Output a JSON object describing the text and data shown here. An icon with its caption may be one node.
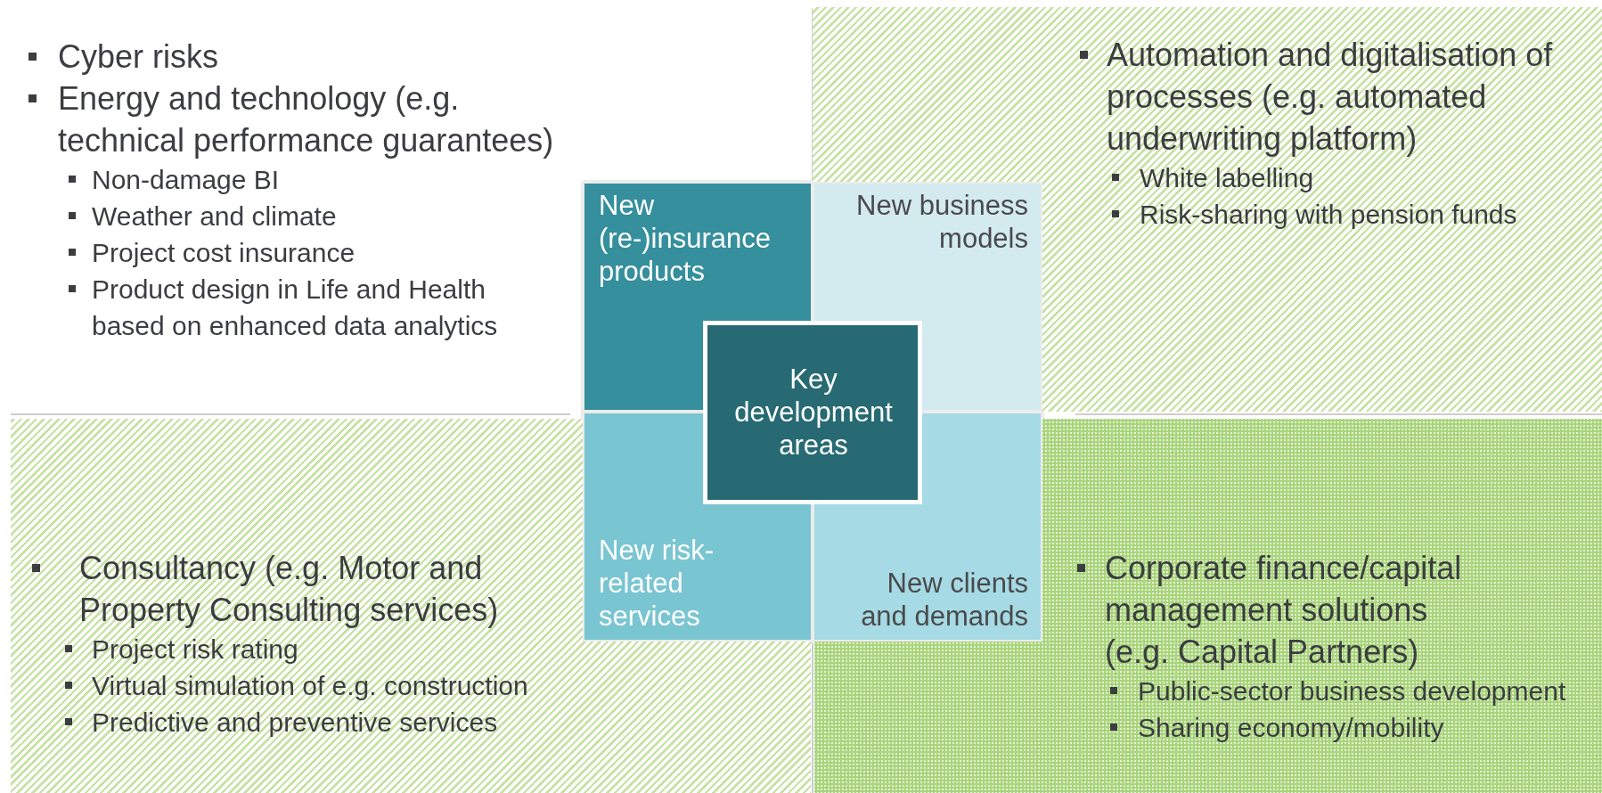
{
  "diagram": {
    "nodes": [
      {
        "text": [
          "Cyber risks",
          "Energy and technology (e.g. technical performance guarantees)",
          "Non-damage BI",
          "Weather and climate",
          "Project cost insurance",
          "Product design in Life and Health based on enhanced data analytics"
        ]
      },
      {
        "text": [
          "Automation and digitalisation of processes (e.g. automated underwriting platform)",
          "White labelling",
          "Risk-sharing with pension funds"
        ]
      },
      {
        "text": [
          "New (re-)insurance products"
        ]
      },
      {
        "text": [
          "New business models"
        ]
      },
      {
        "text": [
          "Key development areas"
        ]
      },
      {
        "text": [
          "New risk-related services"
        ]
      },
      {
        "text": [
          "New clients and demands"
        ]
      },
      {
        "text": [
          "Consultancy (e.g. Motor and Property Consulting services)",
          "Project risk rating",
          "Virtual simulation of e.g. construction",
          "Predictive and preventive services"
        ]
      },
      {
        "text": [
          "Corporate finance/capital management solutions (e.g. Capital Partners)",
          "Public-sector business development",
          "Sharing economy/mobility"
        ]
      }
    ]
  }
}
